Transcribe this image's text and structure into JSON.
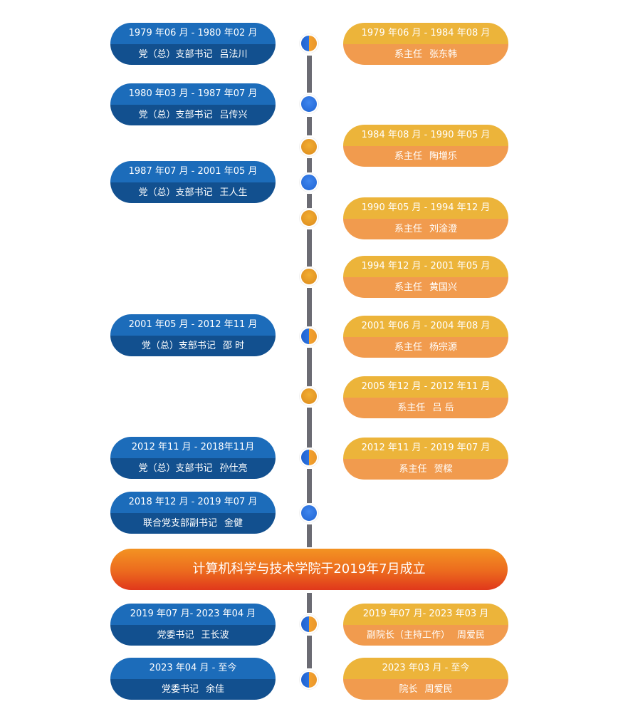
{
  "banner": {
    "text": "计算机科学与技术学院于2019年7月成立"
  },
  "left": [
    {
      "period": "1979 年06 月 - 1980 年02 月",
      "role": "党（总）支部书记",
      "name": "吕法川"
    },
    {
      "period": "1980 年03 月 - 1987 年07 月",
      "role": "党（总）支部书记",
      "name": "吕传兴"
    },
    {
      "period": "1987 年07 月 - 2001 年05 月",
      "role": "党（总）支部书记",
      "name": "王人生"
    },
    {
      "period": "2001 年05 月 - 2012 年11 月",
      "role": "党（总）支部书记",
      "name": "邵 时"
    },
    {
      "period": "2012 年11 月 - 2018年11月",
      "role": "党（总）支部书记",
      "name": "孙仕亮"
    },
    {
      "period": "2018 年12 月 - 2019 年07 月",
      "role": "联合党支部副书记",
      "name": "金健"
    },
    {
      "period": "2019 年07 月- 2023 年04 月",
      "role": "党委书记",
      "name": "王长波"
    },
    {
      "period": "2023 年04 月 - 至今",
      "role": "党委书记",
      "name": "余佳"
    }
  ],
  "right": [
    {
      "period": "1979 年06 月 - 1984 年08 月",
      "role": "系主任",
      "name": "张东韩"
    },
    {
      "period": "1984 年08 月 - 1990 年05 月",
      "role": "系主任",
      "name": "陶增乐"
    },
    {
      "period": "1990 年05 月 - 1994 年12 月",
      "role": "系主任",
      "name": "刘淦澄"
    },
    {
      "period": "1994 年12 月 - 2001 年05 月",
      "role": "系主任",
      "name": "黄国兴"
    },
    {
      "period": "2001 年06 月 - 2004 年08 月",
      "role": "系主任",
      "name": "杨宗源"
    },
    {
      "period": "2005 年12 月 - 2012 年11 月",
      "role": "系主任",
      "name": "吕 岳"
    },
    {
      "period": "2012 年11 月 - 2019 年07 月",
      "role": "系主任",
      "name": "贺樑"
    },
    {
      "period": "2019 年07 月- 2023 年03 月",
      "role": "副院长（主持工作）",
      "name": "周爱民"
    },
    {
      "period": "2023 年03 月 - 至今",
      "role": "院长",
      "name": "周爱民"
    }
  ],
  "dots": [
    {
      "color": "split",
      "links": [
        "left.0",
        "right.0"
      ]
    },
    {
      "color": "blue",
      "links": [
        "left.1"
      ]
    },
    {
      "color": "orange",
      "links": [
        "right.1"
      ]
    },
    {
      "color": "blue",
      "links": [
        "left.2"
      ]
    },
    {
      "color": "orange",
      "links": [
        "right.2"
      ]
    },
    {
      "color": "orange",
      "links": [
        "right.3"
      ]
    },
    {
      "color": "split",
      "links": [
        "left.3",
        "right.4"
      ]
    },
    {
      "color": "orange",
      "links": [
        "right.5"
      ]
    },
    {
      "color": "split",
      "links": [
        "left.4",
        "right.6"
      ]
    },
    {
      "color": "blue",
      "links": [
        "left.5"
      ]
    },
    {
      "color": "split",
      "links": [
        "left.6",
        "right.7"
      ]
    },
    {
      "color": "split",
      "links": [
        "left.7",
        "right.8"
      ]
    }
  ]
}
